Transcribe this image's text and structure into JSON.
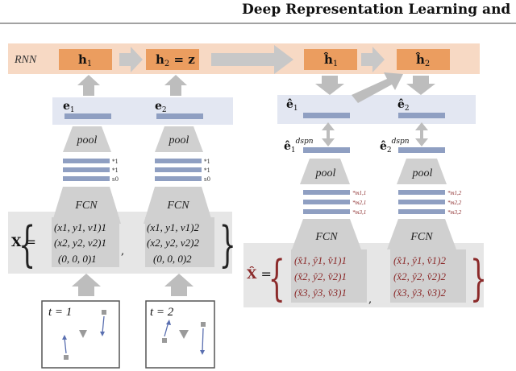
{
  "header": {
    "title": "Deep Representation Learning and"
  },
  "rnn": {
    "label": "RNN",
    "h1": "h",
    "h1_sub": "1",
    "h2": "h",
    "h2_sub": "2",
    "h2_eq": " = z",
    "hhat1": "ĥ",
    "hhat1_sub": "1",
    "hhat2": "ĥ",
    "hhat2_sub": "2"
  },
  "encoder": {
    "e1": "e",
    "e1_sub": "1",
    "e2": "e",
    "e2_sub": "2",
    "pool": "pool",
    "fcn": "FCN",
    "multipliers": [
      "*1",
      "*1",
      "s0"
    ]
  },
  "decoder": {
    "ehat1": "ê",
    "ehat1_sub": "1",
    "ehat2": "ê",
    "ehat2_sub": "2",
    "edspn1": "ê",
    "edspn1_sub": "1",
    "edspn_sup": "dspn",
    "edspn2": "ê",
    "edspn2_sub": "2",
    "pool": "pool",
    "fcn": "FCN",
    "mult_col1": [
      "*m1,1",
      "*m2,1",
      "*m3,1"
    ],
    "mult_col2": [
      "*m1,2",
      "*m2,2",
      "*m3,2"
    ]
  },
  "input_set": {
    "label": "X",
    "eq": " = ",
    "col1": [
      "(x1, y1, v1)1",
      "(x2, y2, v2)1",
      "(0, 0, 0)1"
    ],
    "col2": [
      "(x1, y1, v1)2",
      "(x2, y2, v2)2",
      "(0, 0, 0)2"
    ],
    "sep": ","
  },
  "output_set": {
    "label": "X̂",
    "eq": " = ",
    "col1": [
      "(x̂1, ŷ1, v̂1)1",
      "(x̂2, ŷ2, v̂2)1",
      "(x̂3, ŷ3, v̂3)1"
    ],
    "col2": [
      "(x̂1, ŷ1, v̂1)2",
      "(x̂2, ŷ2, v̂2)2",
      "(x̂3, ŷ3, v̂3)2"
    ],
    "sep": ","
  },
  "frames": {
    "t1": "t = 1",
    "t2": "t = 2"
  },
  "colors": {
    "rnn_band": "#f7d9c4",
    "orange_box": "#eb9d5f",
    "blue_band": "#e3e7f2",
    "blue_bar": "#8f9fc2",
    "grey_band": "#e6e6e6",
    "grey_shape": "#c8c8c8",
    "grey_arrow": "#bdbdbd",
    "dark_red": "#8b2a2a"
  }
}
